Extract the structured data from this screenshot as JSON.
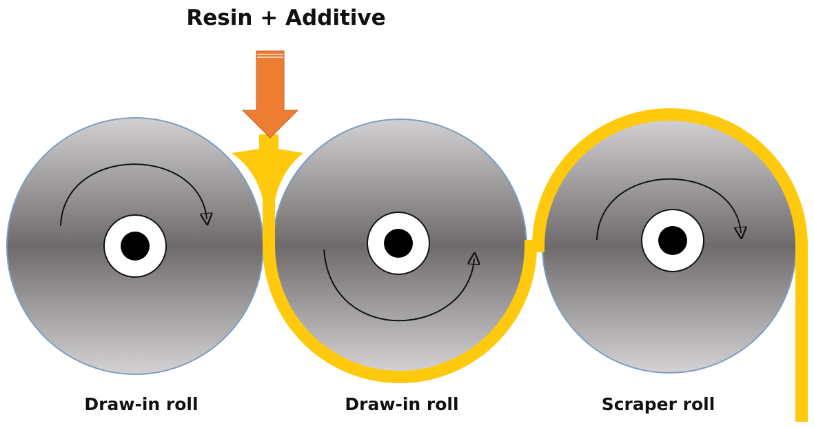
{
  "title": "Resin + Additive",
  "rolls": [
    {
      "label": "Draw-in roll",
      "rotation": "clockwise"
    },
    {
      "label": "Draw-in roll",
      "rotation": "counterclockwise"
    },
    {
      "label": "Scraper roll",
      "rotation": "clockwise"
    }
  ],
  "colors": {
    "feed_arrow": "#ED7D31",
    "resin": "#FFC90E",
    "roll_edge": "#7F9DC0"
  }
}
